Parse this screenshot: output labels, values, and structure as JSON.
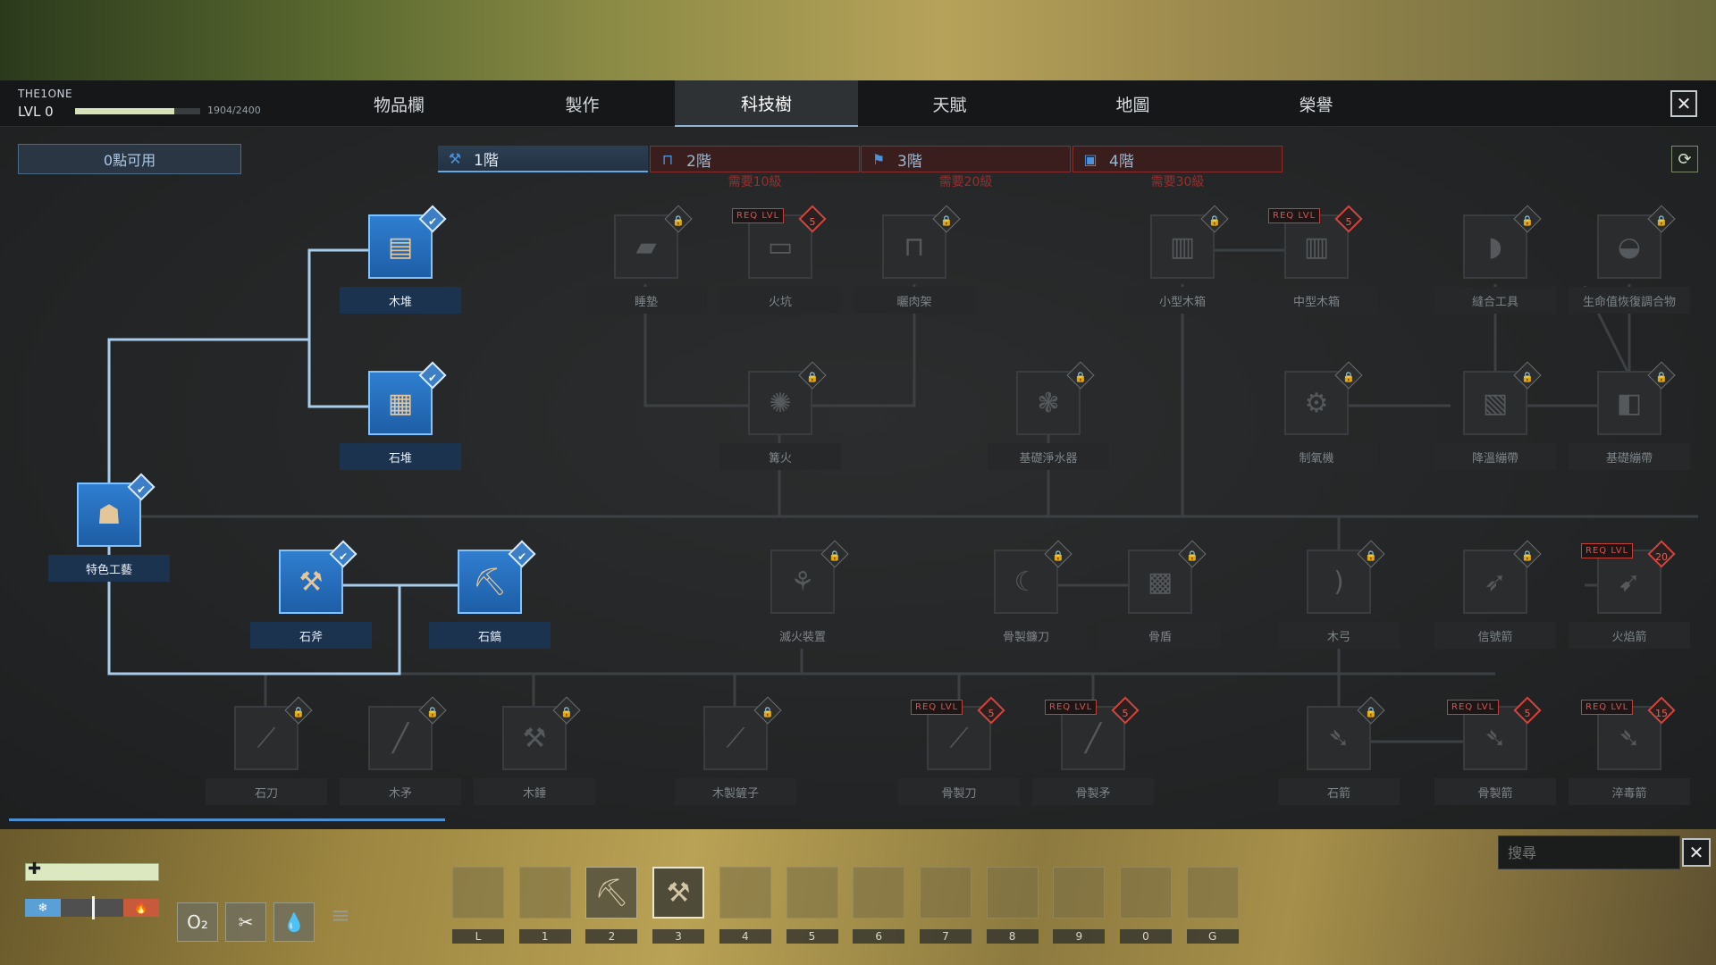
{
  "player": {
    "name": "THE1ONE",
    "level": "LVL 0",
    "xp_text": "1904/2400",
    "xp_fraction": 0.79
  },
  "tabs": [
    {
      "label": "物品欄",
      "active": false
    },
    {
      "label": "製作",
      "active": false
    },
    {
      "label": "科技樹",
      "active": true
    },
    {
      "label": "天賦",
      "active": false
    },
    {
      "label": "地圖",
      "active": false
    },
    {
      "label": "榮譽",
      "active": false
    }
  ],
  "close_label": "✕",
  "points_available": "0點可用",
  "tiers": [
    {
      "label": "1階",
      "req": "",
      "active": true
    },
    {
      "label": "2階",
      "req": "需要10級",
      "active": false
    },
    {
      "label": "3階",
      "req": "需要20級",
      "active": false
    },
    {
      "label": "4階",
      "req": "需要30級",
      "active": false
    }
  ],
  "refresh_label": "⟳",
  "req_label": "REQ LVL",
  "nodes": [
    {
      "id": "woodpile",
      "label": "木堆",
      "state": "unlocked",
      "glyph": "▤"
    },
    {
      "id": "stonepile",
      "label": "石堆",
      "state": "unlocked",
      "glyph": "▦"
    },
    {
      "id": "special",
      "label": "特色工藝",
      "state": "unlocked",
      "glyph": "☗"
    },
    {
      "id": "stoneaxe",
      "label": "石斧",
      "state": "unlocked",
      "glyph": "⚒"
    },
    {
      "id": "stonepick",
      "label": "石鎬",
      "state": "unlocked",
      "glyph": "⛏"
    },
    {
      "id": "bedroll",
      "label": "睡墊",
      "state": "locked",
      "glyph": "▰"
    },
    {
      "id": "firepit",
      "label": "火坑",
      "state": "req",
      "req": "5",
      "glyph": "▭"
    },
    {
      "id": "dryingrack",
      "label": "曬肉架",
      "state": "locked",
      "glyph": "⊓"
    },
    {
      "id": "smallbox",
      "label": "小型木箱",
      "state": "locked",
      "glyph": "▥"
    },
    {
      "id": "medbox",
      "label": "中型木箱",
      "state": "req",
      "req": "5",
      "glyph": "▥"
    },
    {
      "id": "suturetool",
      "label": "縫合工具",
      "state": "locked",
      "glyph": "◗"
    },
    {
      "id": "lifecompound",
      "label": "生命值恢復調合物",
      "state": "locked",
      "glyph": "◒"
    },
    {
      "id": "campfire",
      "label": "篝火",
      "state": "locked",
      "glyph": "✺"
    },
    {
      "id": "waterpurifier",
      "label": "基礎淨水器",
      "state": "locked",
      "glyph": "❃"
    },
    {
      "id": "oxygenator",
      "label": "制氧機",
      "state": "locked",
      "glyph": "⚙"
    },
    {
      "id": "coolbandage",
      "label": "降溫繃帶",
      "state": "locked",
      "glyph": "▧"
    },
    {
      "id": "basicbandage",
      "label": "基礎繃帶",
      "state": "locked",
      "glyph": "◧"
    },
    {
      "id": "extinguisher",
      "label": "滅火裝置",
      "state": "locked",
      "glyph": "⚘"
    },
    {
      "id": "bonesickle",
      "label": "骨製鐮刀",
      "state": "locked",
      "glyph": "☾"
    },
    {
      "id": "boneshield",
      "label": "骨盾",
      "state": "locked",
      "glyph": "▩"
    },
    {
      "id": "woodbow",
      "label": "木弓",
      "state": "locked",
      "glyph": ")"
    },
    {
      "id": "signalarrow",
      "label": "信號箭",
      "state": "locked",
      "glyph": "➶"
    },
    {
      "id": "firearrow",
      "label": "火焰箭",
      "state": "req",
      "req": "20",
      "glyph": "➹"
    },
    {
      "id": "stoneknife",
      "label": "石刀",
      "state": "locked",
      "glyph": "⟋"
    },
    {
      "id": "woodspear",
      "label": "木矛",
      "state": "locked",
      "glyph": "╱"
    },
    {
      "id": "woodhammer",
      "label": "木錘",
      "state": "locked",
      "glyph": "⚒"
    },
    {
      "id": "woodtongs",
      "label": "木製鏟子",
      "state": "locked",
      "glyph": "⟋"
    },
    {
      "id": "boneknife",
      "label": "骨製刀",
      "state": "req",
      "req": "5",
      "glyph": "⟋"
    },
    {
      "id": "bonespear",
      "label": "骨製矛",
      "state": "req",
      "req": "5",
      "glyph": "╱"
    },
    {
      "id": "stonearrow",
      "label": "石箭",
      "state": "locked",
      "glyph": "➴"
    },
    {
      "id": "bonearrow",
      "label": "骨製箭",
      "state": "req",
      "req": "5",
      "glyph": "➴"
    },
    {
      "id": "poisonarrow",
      "label": "淬毒箭",
      "state": "req",
      "req": "15",
      "glyph": "➴"
    }
  ],
  "status": {
    "health_icon": "✚",
    "cold_icon": "❄",
    "heat_icon": "🔥",
    "temperature_level": 0.5,
    "stats": [
      {
        "name": "oxygen-icon",
        "glyph": "O₂"
      },
      {
        "name": "food-icon",
        "glyph": "✂"
      },
      {
        "name": "water-icon",
        "glyph": "💧"
      }
    ]
  },
  "hotbar": [
    {
      "key": "L",
      "glyph": "",
      "filled": false,
      "selected": false
    },
    {
      "key": "1",
      "glyph": "",
      "filled": false,
      "selected": false
    },
    {
      "key": "2",
      "glyph": "⛏",
      "filled": true,
      "selected": false
    },
    {
      "key": "3",
      "glyph": "⚒",
      "filled": true,
      "selected": true
    },
    {
      "key": "4",
      "glyph": "",
      "filled": false,
      "selected": false
    },
    {
      "key": "5",
      "glyph": "",
      "filled": false,
      "selected": false
    },
    {
      "key": "6",
      "glyph": "",
      "filled": false,
      "selected": false
    },
    {
      "key": "7",
      "glyph": "",
      "filled": false,
      "selected": false
    },
    {
      "key": "8",
      "glyph": "",
      "filled": false,
      "selected": false
    },
    {
      "key": "9",
      "glyph": "",
      "filled": false,
      "selected": false
    },
    {
      "key": "0",
      "glyph": "",
      "filled": false,
      "selected": false
    },
    {
      "key": "G",
      "glyph": "",
      "filled": false,
      "selected": false
    }
  ],
  "search": {
    "placeholder": "搜尋",
    "clear_label": "✕"
  }
}
